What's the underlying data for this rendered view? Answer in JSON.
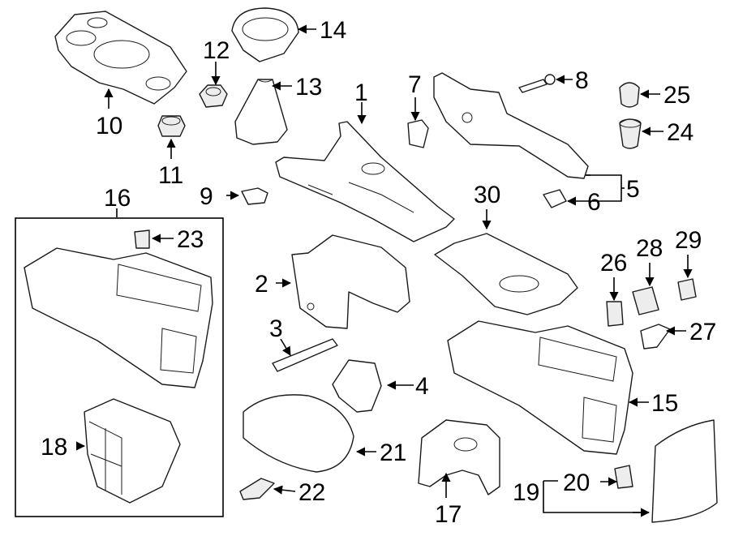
{
  "diagram": {
    "part_numbers": [
      "1",
      "2",
      "3",
      "4",
      "5",
      "6",
      "7",
      "8",
      "9",
      "10",
      "11",
      "12",
      "13",
      "14",
      "15",
      "16",
      "17",
      "18",
      "19",
      "20",
      "21",
      "22",
      "23",
      "24",
      "25",
      "26",
      "27",
      "28",
      "29",
      "30"
    ]
  }
}
